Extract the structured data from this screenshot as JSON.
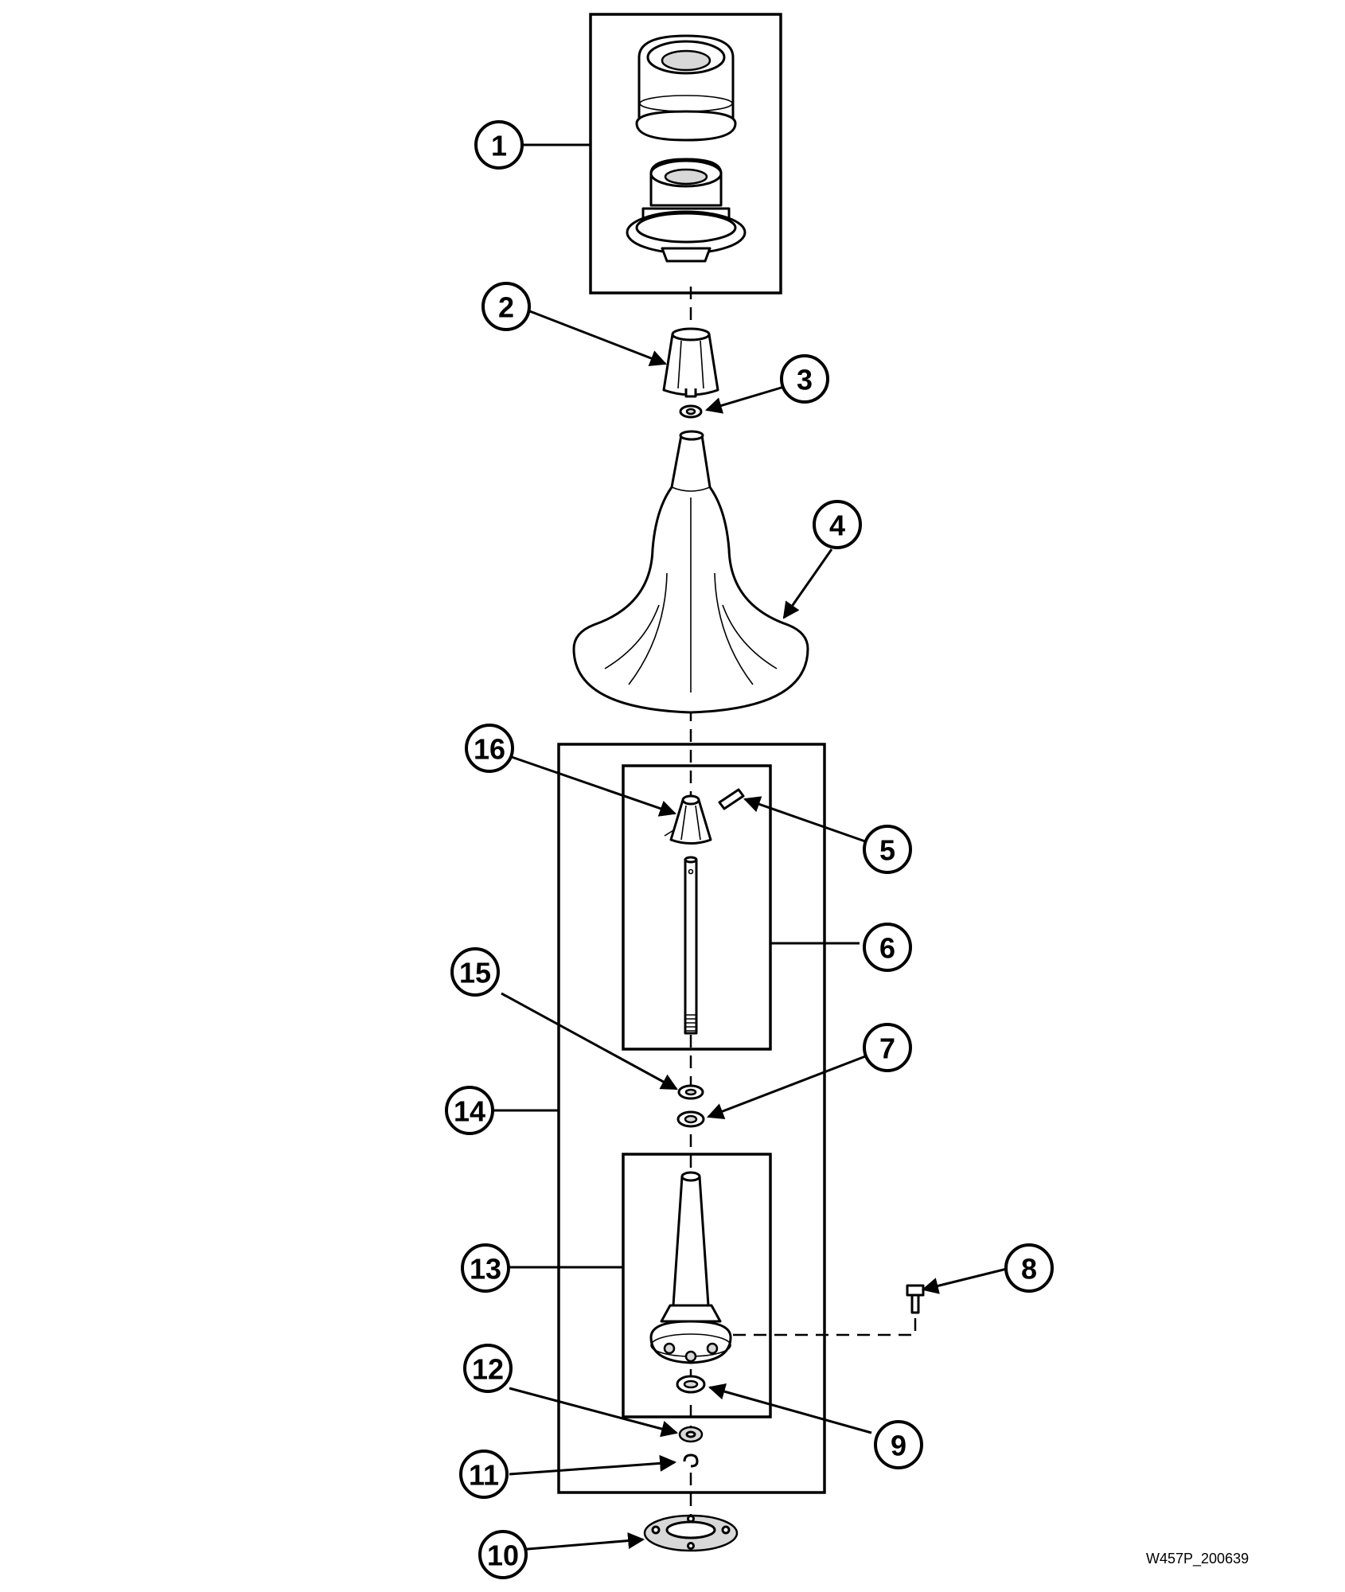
{
  "callouts": [
    {
      "number": "1"
    },
    {
      "number": "2"
    },
    {
      "number": "3"
    },
    {
      "number": "4"
    },
    {
      "number": "5"
    },
    {
      "number": "6"
    },
    {
      "number": "7"
    },
    {
      "number": "8"
    },
    {
      "number": "9"
    },
    {
      "number": "10"
    },
    {
      "number": "11"
    },
    {
      "number": "12"
    },
    {
      "number": "13"
    },
    {
      "number": "14"
    },
    {
      "number": "15"
    },
    {
      "number": "16"
    }
  ],
  "figure_code": "W457P_200639"
}
